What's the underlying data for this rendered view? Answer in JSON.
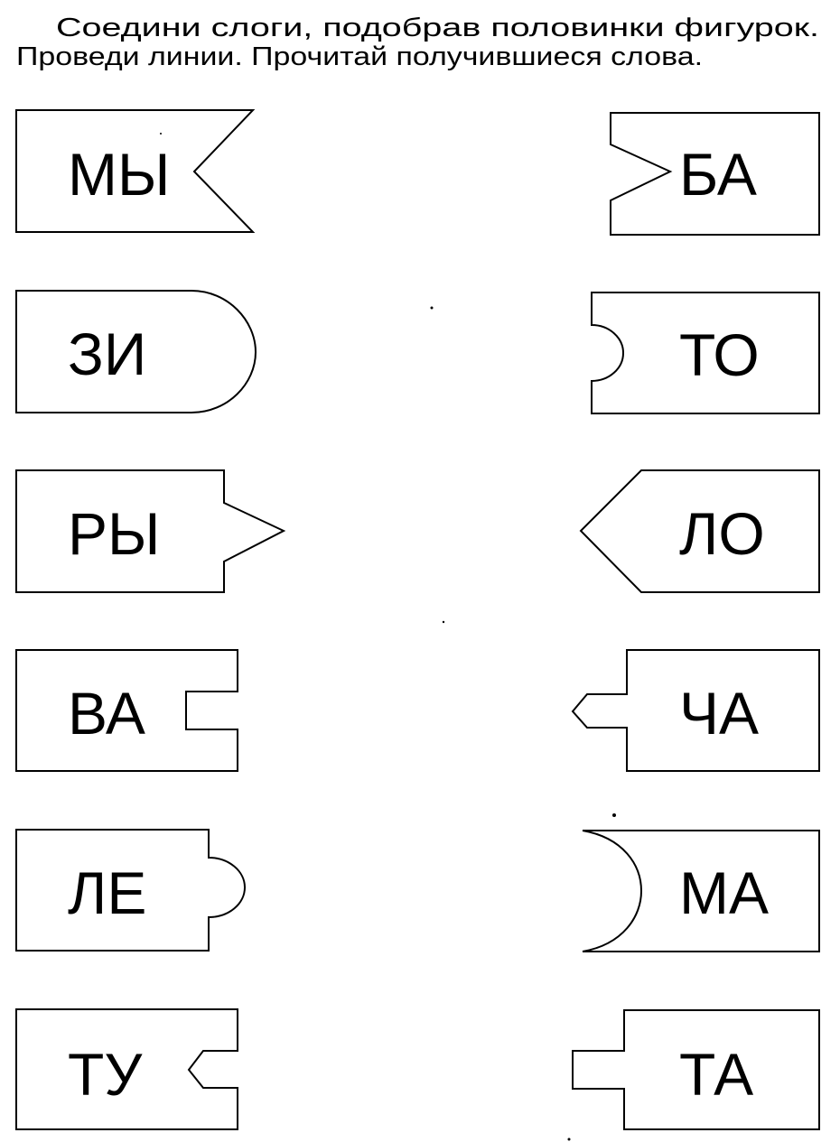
{
  "instructions": {
    "line1": "Соедини слоги, подобрав половинки фигурок.",
    "line2": "Проведи линии. Прочитай получившиеся слова."
  },
  "left_syllables": [
    "МЫ",
    "ЗИ",
    "РЫ",
    "ВА",
    "ЛЕ",
    "ТУ"
  ],
  "right_syllables": [
    "БА",
    "ТО",
    "ЛО",
    "ЧА",
    "МА",
    "ТА"
  ],
  "colors": {
    "ink": "#000000",
    "paper": "#ffffff"
  }
}
